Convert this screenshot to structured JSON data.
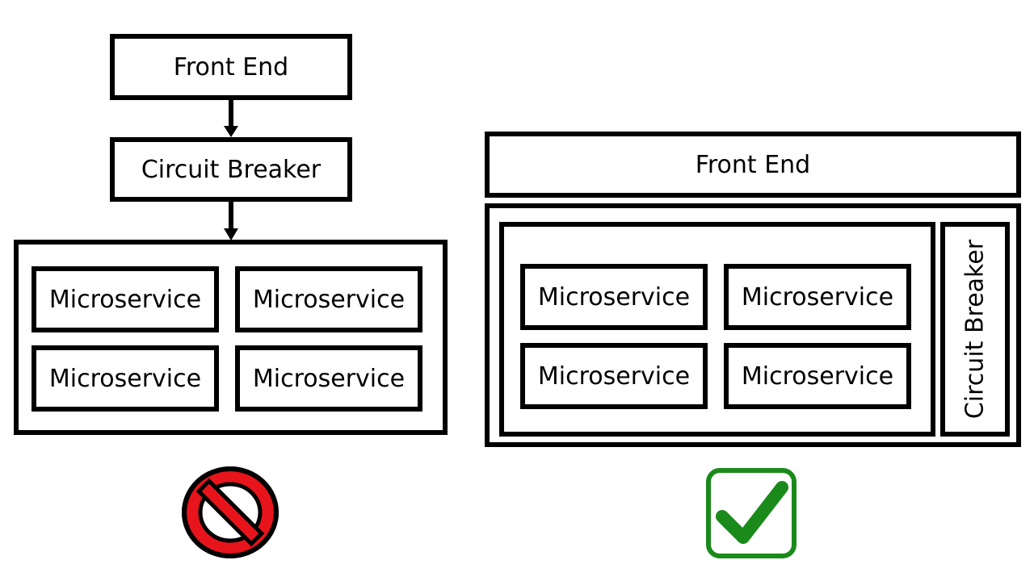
{
  "left_diagram": {
    "front_end": "Front End",
    "circuit_breaker": "Circuit Breaker",
    "microservices": [
      "Microservice",
      "Microservice",
      "Microservice",
      "Microservice"
    ],
    "verdict_icon": "prohibited-icon"
  },
  "right_diagram": {
    "front_end": "Front End",
    "circuit_breaker": "Circuit Breaker",
    "microservices": [
      "Microservice",
      "Microservice",
      "Microservice",
      "Microservice"
    ],
    "verdict_icon": "checkmark-icon"
  },
  "colors": {
    "stroke": "#000000",
    "prohibited": "#e8141c",
    "check": "#1a8a1a"
  }
}
